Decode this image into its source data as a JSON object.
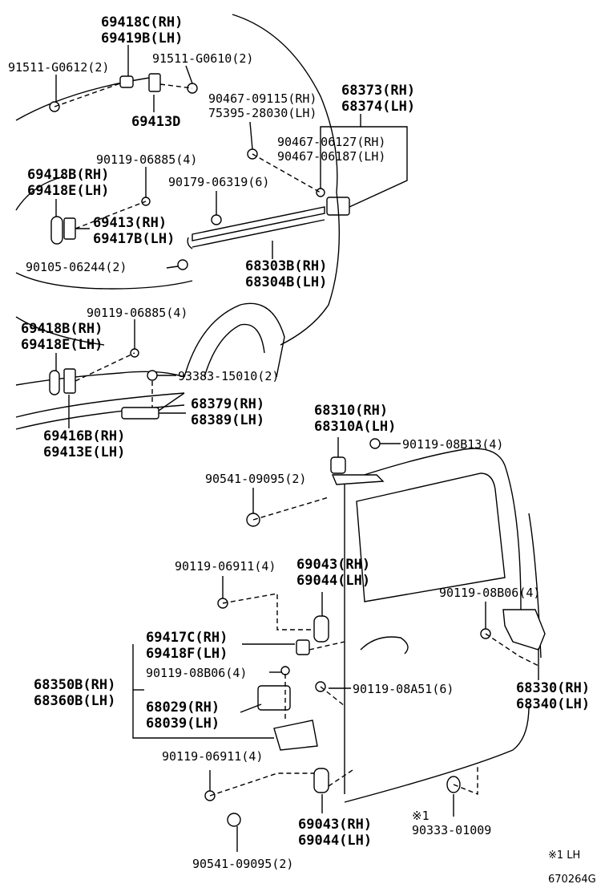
{
  "diagram": {
    "labels": {
      "l01": [
        "69418C(RH)",
        "69419B(LH)"
      ],
      "l02": [
        "91511-G0612(2)"
      ],
      "l03": [
        "91511-G0610(2)"
      ],
      "l04": [
        "69413D"
      ],
      "l05": [
        "90467-09115(RH)",
        "75395-28030(LH)"
      ],
      "l06": [
        "68373(RH)",
        "68374(LH)"
      ],
      "l07": [
        "90467-06127(RH)",
        "90467-06187(LH)"
      ],
      "l08": [
        "90119-06885(4)"
      ],
      "l09": [
        "69418B(RH)",
        "69418E(LH)"
      ],
      "l10": [
        "90179-06319(6)"
      ],
      "l11": [
        "69413(RH)",
        "69417B(LH)"
      ],
      "l12": [
        "90105-06244(2)"
      ],
      "l13": [
        "68303B(RH)",
        "68304B(LH)"
      ],
      "l14": [
        "90119-06885(4)"
      ],
      "l15": [
        "69418B(RH)",
        "69418E(LH)"
      ],
      "l16": [
        "93383-15010(2)"
      ],
      "l17": [
        "68379(RH)",
        "68389(LH)"
      ],
      "l18": [
        "69416B(RH)",
        "69413E(LH)"
      ],
      "l19": [
        "68310(RH)",
        "68310A(LH)"
      ],
      "l20": [
        "90119-08B13(4)"
      ],
      "l21": [
        "90541-09095(2)"
      ],
      "l22": [
        "90119-06911(4)"
      ],
      "l23": [
        "69043(RH)",
        "69044(LH)"
      ],
      "l24": [
        "90119-08B06(4)"
      ],
      "l25": [
        "69417C(RH)",
        "69418F(LH)"
      ],
      "l26": [
        "68350B(RH)",
        "68360B(LH)"
      ],
      "l27": [
        "90119-08B06(4)"
      ],
      "l28": [
        "90119-08A51(6)"
      ],
      "l29": [
        "68330(RH)",
        "68340(LH)"
      ],
      "l30": [
        "68029(RH)",
        "68039(LH)"
      ],
      "l31": [
        "90119-06911(4)"
      ],
      "l32": [
        "69043(RH)",
        "69044(LH)"
      ],
      "l33": [
        "※1",
        "90333-01009"
      ],
      "l34": [
        "90541-09095(2)"
      ],
      "l35": [
        "※1 LH"
      ],
      "l36": [
        "670264G"
      ]
    }
  }
}
